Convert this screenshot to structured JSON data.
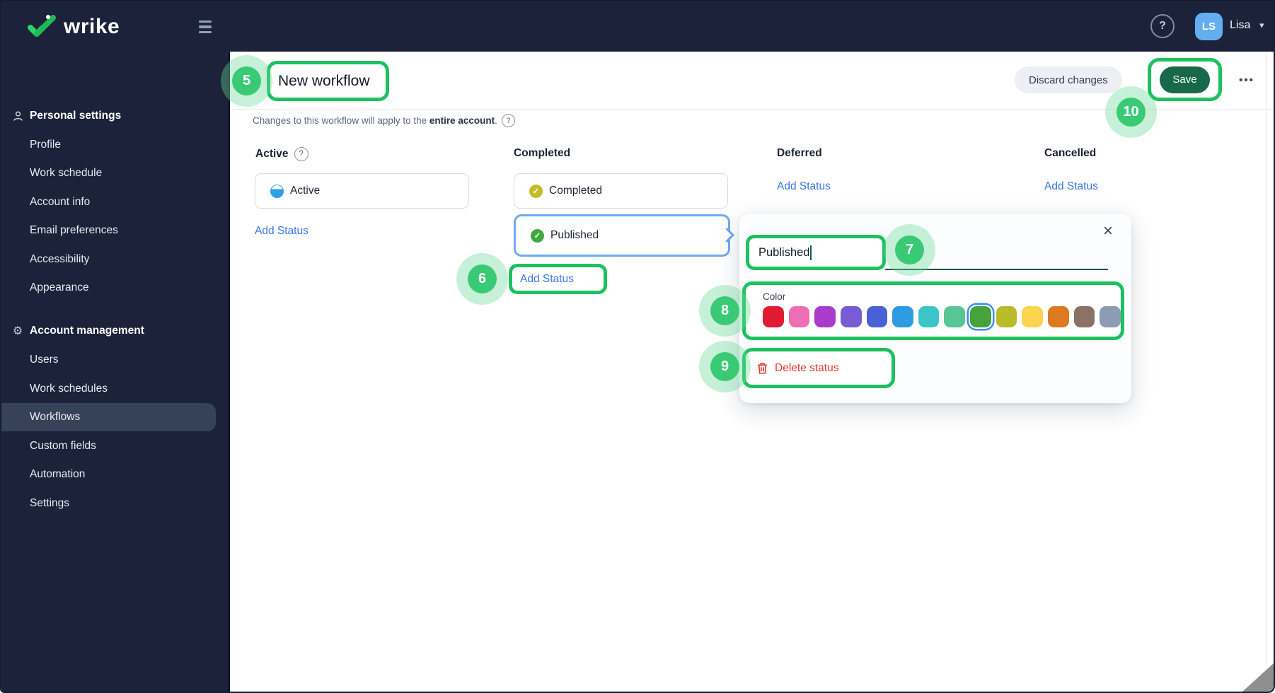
{
  "topbar": {
    "logo_text": "wrike",
    "help_label": "?",
    "user_initials": "LS",
    "user_name": "Lisa",
    "user_chevron": "▾"
  },
  "sidebar": {
    "sections": [
      {
        "label": "Personal settings",
        "icon": "person-icon",
        "items": [
          "Profile",
          "Work schedule",
          "Account info",
          "Email preferences",
          "Accessibility",
          "Appearance"
        ]
      },
      {
        "label": "Account management",
        "icon": "gear-icon",
        "items": [
          "Users",
          "Work schedules",
          "Workflows",
          "Custom fields",
          "Automation",
          "Settings"
        ],
        "selected_item": "Workflows"
      }
    ]
  },
  "header": {
    "title": "New workflow",
    "discard_label": "Discard changes",
    "save_label": "Save",
    "more_label": "•••"
  },
  "notice": {
    "text_prefix": "Changes to this workflow will apply to the ",
    "text_bold": "entire account",
    "text_suffix": ".",
    "help_label": "?"
  },
  "board": {
    "columns": [
      {
        "title": "Active",
        "help": "?",
        "add_status": "Add Status",
        "statuses": [
          {
            "label": "Active",
            "icon": "half-circle-icon",
            "color": "#2D9FE8"
          }
        ]
      },
      {
        "title": "Completed",
        "add_status": "Add Status",
        "statuses": [
          {
            "label": "Completed",
            "icon": "check-circle-icon",
            "color": "#C2BC2B"
          },
          {
            "label": "Published",
            "icon": "check-circle-icon",
            "color": "#3FA93F",
            "selected": true
          }
        ]
      },
      {
        "title": "Deferred",
        "add_status": "Add Status",
        "statuses": []
      },
      {
        "title": "Cancelled",
        "add_status": "Add Status",
        "statuses": []
      }
    ],
    "check_glyph": "✓"
  },
  "popup": {
    "name_value": "Published",
    "color_label": "Color",
    "swatches": [
      "#E11A33",
      "#EC6FB5",
      "#A93BCB",
      "#7A5BD6",
      "#4861D4",
      "#2E9BE3",
      "#3BC5C9",
      "#57C596",
      "#44A33C",
      "#B9BB2B",
      "#FCD44F",
      "#DD7A21",
      "#8B7266",
      "#8E9BB4"
    ],
    "selected_swatch_index": 8,
    "delete_label": "Delete status",
    "close_label": "×"
  },
  "annotations": {
    "n5": "5",
    "n6": "6",
    "n7": "7",
    "n8": "8",
    "n9": "9",
    "n10": "10"
  },
  "colors": {
    "annotation_green": "#1DC15F",
    "accent_blue": "#3B76E8",
    "save_green": "#17694A",
    "selected_card_blue": "#70A9F5",
    "topbar_navy": "#1B2239"
  }
}
